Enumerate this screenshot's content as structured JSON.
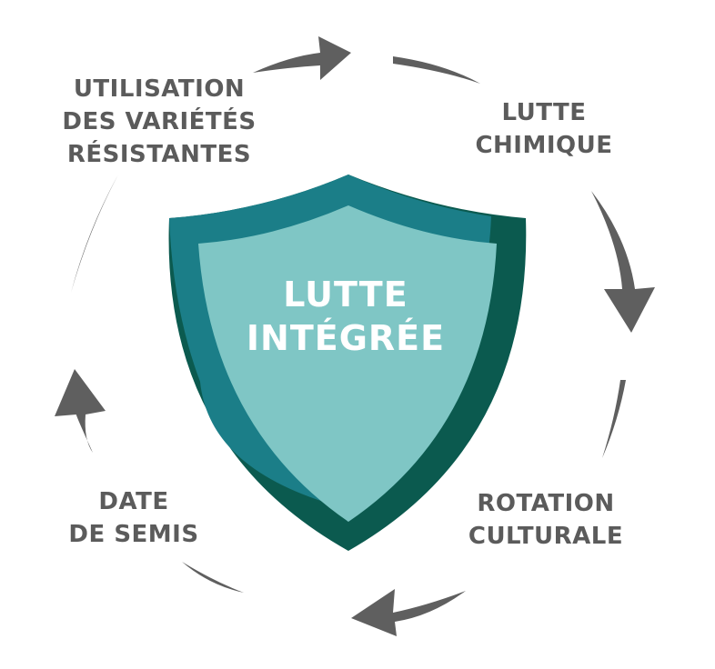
{
  "center": {
    "line1": "LUTTE",
    "line2": "INTÉGRÉE"
  },
  "labels": {
    "top_left": [
      "UTILISATION",
      "DES VARIÉTÉS",
      "RÉSISTANTES"
    ],
    "top_right": [
      "LUTTE",
      "CHIMIQUE"
    ],
    "bottom_right": [
      "ROTATION",
      "CULTURALE"
    ],
    "bottom_left": [
      "DATE",
      "DE SEMIS"
    ]
  },
  "colors": {
    "shield_inner": "#7fc6c5",
    "shield_mid": "#1b7e88",
    "shield_dark": "#0b5a4f",
    "arrow": "#5f5f5f",
    "label": "#5b5b5b"
  }
}
